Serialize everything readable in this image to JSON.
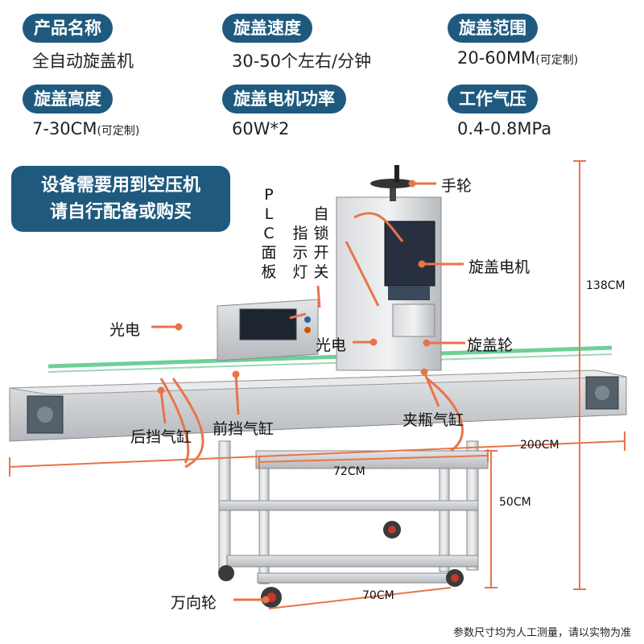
{
  "specs": [
    {
      "label": "产品名称",
      "value": "全自动旋盖机",
      "note": ""
    },
    {
      "label": "旋盖速度",
      "value": "30-50个左右/分钟",
      "note": ""
    },
    {
      "label": "旋盖范围",
      "value": "20-60MM",
      "note": "(可定制)"
    },
    {
      "label": "旋盖高度",
      "value": "7-30CM",
      "note": "(可定制)"
    },
    {
      "label": "旋盖电机功率",
      "value": "60W*2",
      "note": ""
    },
    {
      "label": "工作气压",
      "value": "0.4-0.8MPa",
      "note": ""
    }
  ],
  "notice": {
    "line1": "设备需要用到空压机",
    "line2": "请自行配备或购买"
  },
  "parts": {
    "handwheel": "手轮",
    "plc_panel": "PLC面板",
    "indicator_light": "指示灯",
    "self_lock_switch": "自锁开关",
    "capping_motor": "旋盖电机",
    "photo_sensor_left": "光电",
    "photo_sensor_mid": "光电",
    "capping_wheel": "旋盖轮",
    "rear_stop_cylinder": "后挡气缸",
    "front_stop_cylinder": "前挡气缸",
    "clamp_cylinder": "夹瓶气缸",
    "caster": "万向轮"
  },
  "dimensions": {
    "height_total": "138CM",
    "length": "200CM",
    "table_width": "72CM",
    "table_height": "50CM",
    "base_width": "70CM"
  },
  "footnote": "参数尺寸均为人工测量，请以实物为准",
  "colors": {
    "badge": "#1f5a7e",
    "dimension_line": "#e8744a",
    "steel": "#c9ccd0"
  }
}
